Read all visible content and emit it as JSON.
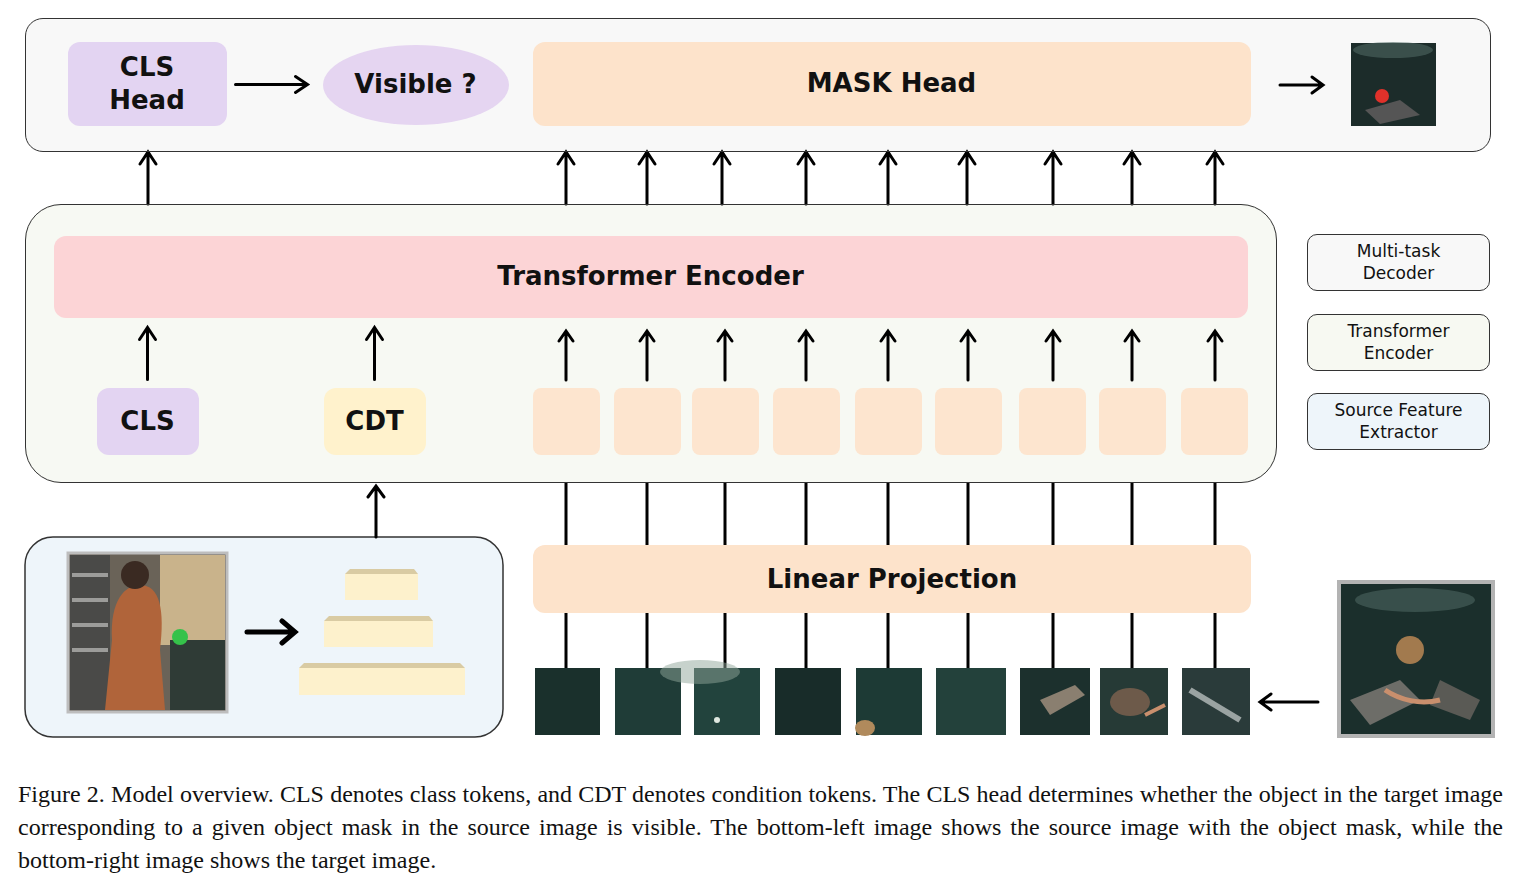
{
  "diagram": {
    "caption": "Figure 2. Model overview. CLS denotes class tokens, and CDT denotes condition tokens. The CLS head determines whether the object in the target image corresponding to a given object mask in the source image is visible. The bottom-left image shows the source image with the object mask, while the bottom-right image shows the target image.",
    "nodes": [
      {
        "text": []
      },
      {
        "text": [
          "CLS Head"
        ],
        "in": 0
      },
      {
        "text": [
          "Visible ?"
        ],
        "in": 0
      },
      {
        "text": [
          "MASK Head"
        ],
        "in": 0
      },
      {
        "text": []
      },
      {
        "text": [
          "Transformer Encoder"
        ],
        "in": 4
      },
      {
        "text": [
          "CLS"
        ],
        "in": 4
      },
      {
        "text": [
          "CDT"
        ],
        "in": 4
      },
      {
        "text": [
          "Linear Projection"
        ]
      },
      {
        "text": [
          "Multi-task Decoder"
        ]
      },
      {
        "text": [
          "Transformer Encoder"
        ]
      },
      {
        "text": [
          "Source Feature Extractor"
        ]
      }
    ],
    "edges": [
      {
        "from": 1,
        "to": 2,
        "arrow": "to"
      },
      {
        "from": 6,
        "to": 5,
        "arrow": "to"
      },
      {
        "from": 7,
        "to": 5,
        "arrow": "to"
      },
      {
        "from": 4,
        "to": 0,
        "arrow": "to"
      },
      {
        "from": 4,
        "to": 0,
        "arrow": "to"
      },
      {
        "from": 4,
        "to": 0,
        "arrow": "to"
      },
      {
        "from": 4,
        "to": 0,
        "arrow": "to"
      },
      {
        "from": 4,
        "to": 0,
        "arrow": "to"
      },
      {
        "from": 4,
        "to": 0,
        "arrow": "to"
      },
      {
        "from": 4,
        "to": 0,
        "arrow": "to"
      },
      {
        "from": 4,
        "to": 0,
        "arrow": "to"
      },
      {
        "from": 4,
        "to": 0,
        "arrow": "to"
      },
      {
        "from": 4,
        "to": 0,
        "arrow": "to"
      }
    ]
  }
}
